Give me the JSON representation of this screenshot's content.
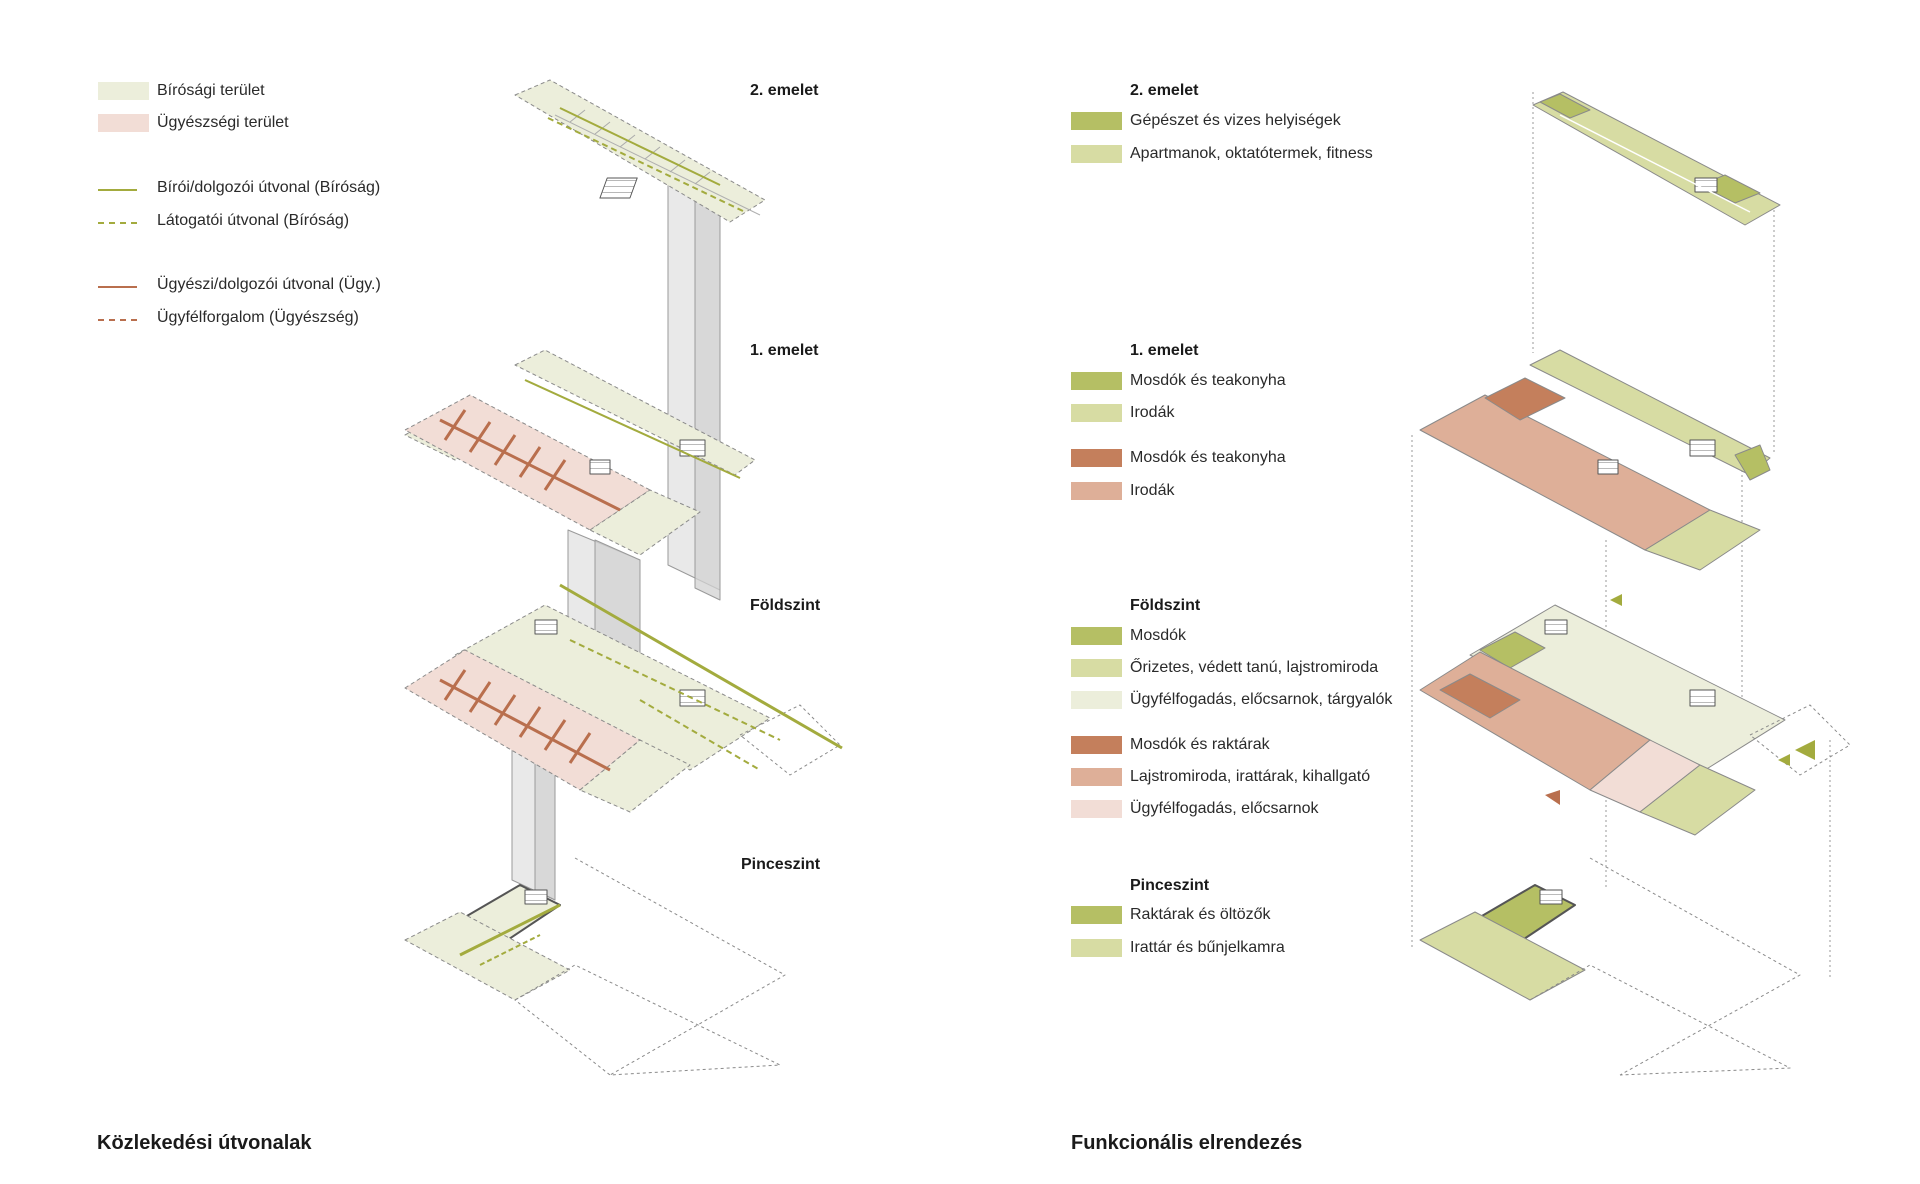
{
  "colors": {
    "court_area": "#eceedb",
    "prosecution_area": "#f2ddd6",
    "green_dark": "#b5bf64",
    "green_mid": "#d7dca3",
    "green_light": "#eceedb",
    "rust_dark": "#c47f5c",
    "rust_mid": "#deaf98",
    "rust_light": "#f2ddd6",
    "route_green": "#a3ab3e",
    "route_rust": "#b96f4e"
  },
  "left_panel": {
    "title": "Közlekedési útvonalak",
    "legend": {
      "court_area": "Bírósági terület",
      "prosecution_area": "Ügyészségi terület",
      "judge_route": "Bírói/dolgozói útvonal (Bíróság)",
      "visitor_route": "Látogatói útvonal (Bíróság)",
      "prosecutor_route": "Ügyészi/dolgozói útvonal (Ügy.)",
      "client_route": "Ügyfélforgalom (Ügyészség)"
    },
    "levels": [
      "2. emelet",
      "1. emelet",
      "Földszint",
      "Pinceszint"
    ]
  },
  "right_panel": {
    "title": "Funkcionális elrendezés",
    "groups": [
      {
        "level": "2. emelet",
        "items": [
          {
            "label": "Gépészet és vizes helyiségek",
            "color": "#b5bf64"
          },
          {
            "label": "Apartmanok, oktatótermek, fitness",
            "color": "#d7dca3"
          }
        ]
      },
      {
        "level": "1. emelet",
        "items": [
          {
            "label": "Mosdók és teakonyha",
            "color": "#b5bf64"
          },
          {
            "label": "Irodák",
            "color": "#d7dca3"
          },
          {
            "label": "Mosdók és teakonyha",
            "color": "#c47f5c"
          },
          {
            "label": "Irodák",
            "color": "#deaf98"
          }
        ]
      },
      {
        "level": "Földszint",
        "items": [
          {
            "label": "Mosdók",
            "color": "#b5bf64"
          },
          {
            "label": "Őrizetes, védett tanú, lajstromiroda",
            "color": "#d7dca3"
          },
          {
            "label": "Ügyfélfogadás, előcsarnok, tárgyalók",
            "color": "#eceedb"
          },
          {
            "label": "Mosdók és raktárak",
            "color": "#c47f5c"
          },
          {
            "label": "Lajstromiroda, irattárak, kihallgató",
            "color": "#deaf98"
          },
          {
            "label": "Ügyfélfogadás, előcsarnok",
            "color": "#f2ddd6"
          }
        ]
      },
      {
        "level": "Pinceszint",
        "items": [
          {
            "label": "Raktárak és öltözők",
            "color": "#b5bf64"
          },
          {
            "label": "Irattár és bűnjelkamra",
            "color": "#d7dca3"
          }
        ]
      }
    ]
  }
}
